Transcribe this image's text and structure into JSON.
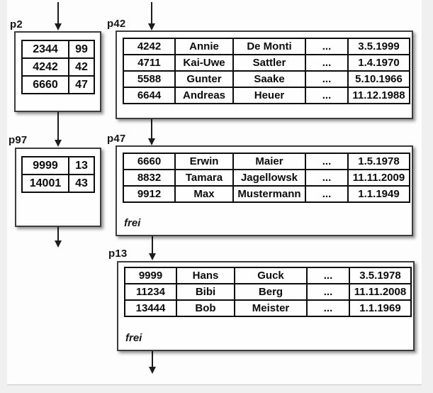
{
  "pages": {
    "p2": {
      "label": "p2",
      "rows": [
        [
          "2344",
          "99"
        ],
        [
          "4242",
          "42"
        ],
        [
          "6660",
          "47"
        ]
      ]
    },
    "p97": {
      "label": "p97",
      "rows": [
        [
          "9999",
          "13"
        ],
        [
          "14001",
          "43"
        ]
      ]
    },
    "p42": {
      "label": "p42",
      "rows": [
        [
          "4242",
          "Annie",
          "De Monti",
          "...",
          "3.5.1999"
        ],
        [
          "4711",
          "Kai-Uwe",
          "Sattler",
          "...",
          "1.4.1970"
        ],
        [
          "5588",
          "Gunter",
          "Saake",
          "...",
          "5.10.1966"
        ],
        [
          "6644",
          "Andreas",
          "Heuer",
          "...",
          "11.12.1988"
        ]
      ]
    },
    "p47": {
      "label": "p47",
      "rows": [
        [
          "6660",
          "Erwin",
          "Maier",
          "...",
          "1.5.1978"
        ],
        [
          "8832",
          "Tamara",
          "Jagellowsk",
          "...",
          "11.11.2009"
        ],
        [
          "9912",
          "Max",
          "Mustermann",
          "...",
          "1.1.1949"
        ]
      ],
      "free_label": "frei"
    },
    "p13": {
      "label": "p13",
      "rows": [
        [
          "9999",
          "Hans",
          "Guck",
          "...",
          "3.5.1978"
        ],
        [
          "11234",
          "Bibi",
          "Berg",
          "...",
          "11.11.2008"
        ],
        [
          "13444",
          "Bob",
          "Meister",
          "...",
          "1.1.1969"
        ]
      ],
      "free_label": "frei"
    }
  }
}
